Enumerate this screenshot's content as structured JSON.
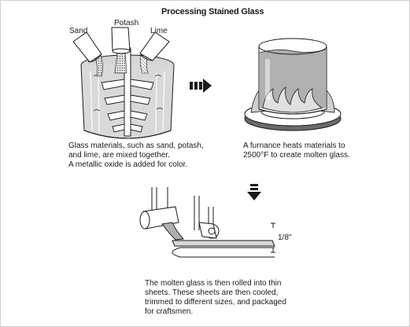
{
  "title": "Processing Stained Glass",
  "labels": {
    "sand": "Sand",
    "potash": "Potash",
    "lime": "Lime"
  },
  "captions": {
    "mixing": [
      "Glass materials, such as sand, potash,",
      "and lime, are mixed together.",
      "A metallic oxide is added for color."
    ],
    "furnace": [
      "A furnance heats materials to",
      "2500°F to create molten glass."
    ],
    "rolling": [
      "The molten glass is then rolled into thin",
      "sheets. These sheets are then cooled,",
      "trimmed to different sizes, and packaged",
      "for craftsmen."
    ]
  },
  "thickness": "1/8\"",
  "colors": {
    "glass_fill": "#b0b0b0",
    "line": "#1a1a1a",
    "flame": "#cccccc",
    "base": "#6a6a6a"
  },
  "icons": [
    "right-arrow-icon",
    "down-arrow-icon"
  ]
}
